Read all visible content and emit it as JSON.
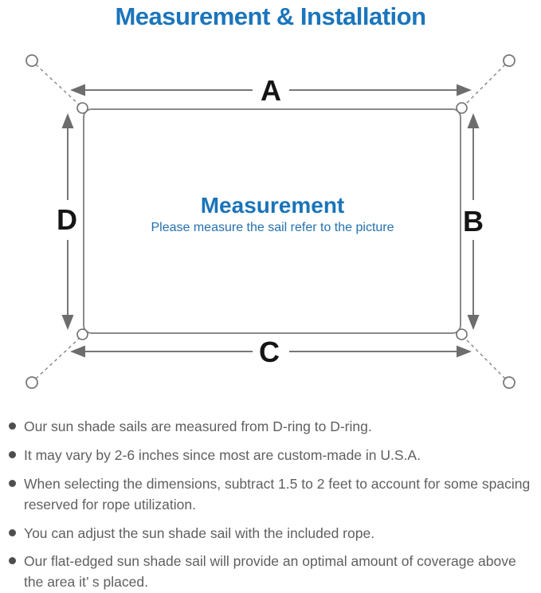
{
  "title": "Measurement & Installation",
  "diagram": {
    "dim_top": "A",
    "dim_right": "B",
    "dim_bottom": "C",
    "dim_left": "D",
    "center_title": "Measurement",
    "center_subtitle": "Please measure the sail refer to the picture"
  },
  "notes": [
    "Our sun shade sails are measured from D-ring to D-ring.",
    "It may vary by 2-6 inches since most are custom-made in U.S.A.",
    "When selecting the dimensions, subtract 1.5 to 2 feet to account for some spacing reserved for rope utilization.",
    "You can adjust the sun shade sail with the included rope.",
    "Our flat-edged sun shade sail will provide an optimal amount of coverage above the area it’ s placed."
  ],
  "colors": {
    "accent_blue": "#1b75bb",
    "center_blue": "#1a74ba",
    "line_gray": "#7a7a7a",
    "note_gray": "#5e5f61",
    "label_black": "#151515"
  }
}
